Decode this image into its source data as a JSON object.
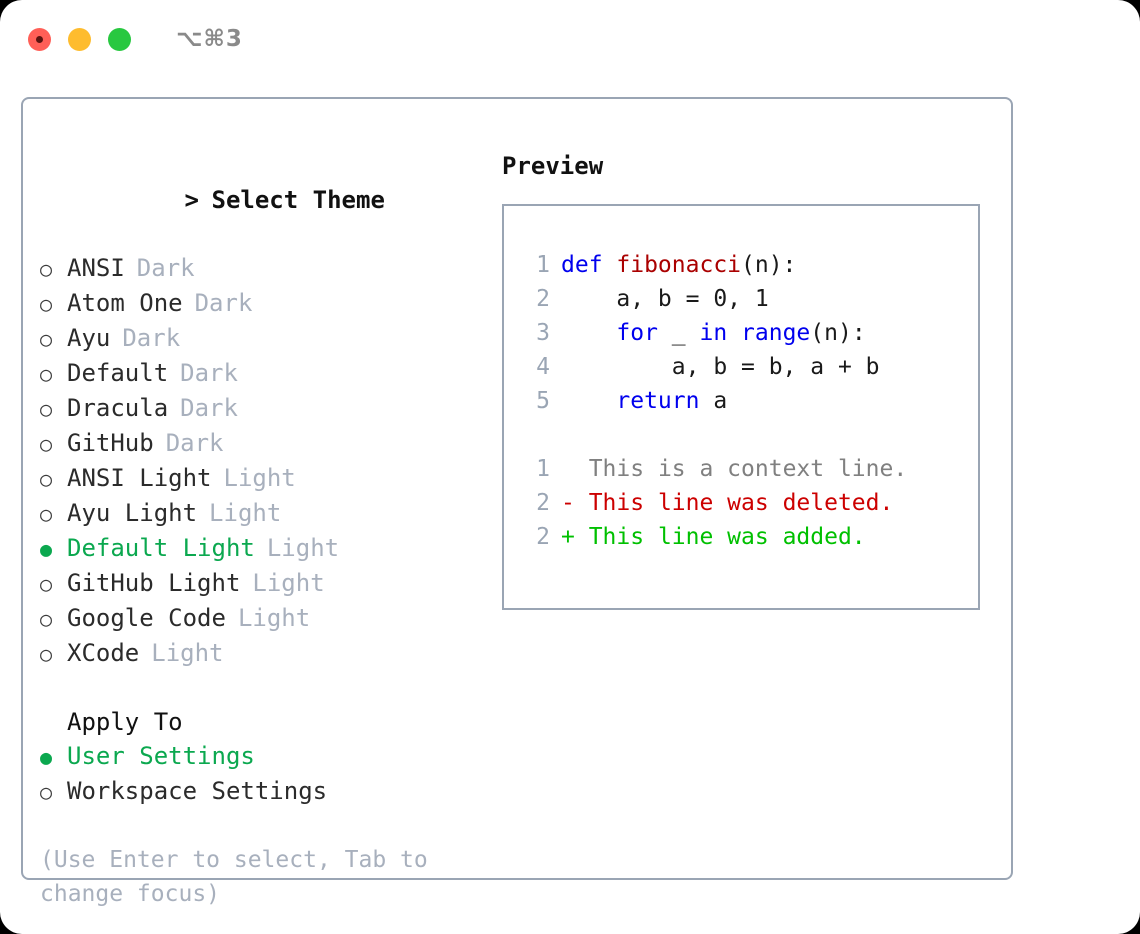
{
  "window": {
    "title": "⌥⌘3",
    "traffic_lights": [
      "close",
      "minimize",
      "maximize"
    ]
  },
  "theme_list": {
    "header": "Select Theme",
    "caret": ">",
    "marker_off": "○",
    "marker_on": "●",
    "items": [
      {
        "label": "ANSI",
        "kind": "Dark",
        "selected": false
      },
      {
        "label": "Atom One",
        "kind": "Dark",
        "selected": false
      },
      {
        "label": "Ayu",
        "kind": "Dark",
        "selected": false
      },
      {
        "label": "Default",
        "kind": "Dark",
        "selected": false
      },
      {
        "label": "Dracula",
        "kind": "Dark",
        "selected": false
      },
      {
        "label": "GitHub",
        "kind": "Dark",
        "selected": false
      },
      {
        "label": "ANSI Light",
        "kind": "Light",
        "selected": false
      },
      {
        "label": "Ayu Light",
        "kind": "Light",
        "selected": false
      },
      {
        "label": "Default Light",
        "kind": "Light",
        "selected": true
      },
      {
        "label": "GitHub Light",
        "kind": "Light",
        "selected": false
      },
      {
        "label": "Google Code",
        "kind": "Light",
        "selected": false
      },
      {
        "label": "XCode",
        "kind": "Light",
        "selected": false
      }
    ]
  },
  "apply_to": {
    "header": "Apply To",
    "items": [
      {
        "label": "User Settings",
        "selected": true
      },
      {
        "label": "Workspace Settings",
        "selected": false
      }
    ]
  },
  "hint": "(Use Enter to select, Tab to change focus)",
  "preview": {
    "title": "Preview",
    "code_lines": [
      {
        "num": "1",
        "segments": [
          {
            "text": "def ",
            "style": "kw"
          },
          {
            "text": "fibonacci",
            "style": "fn"
          },
          {
            "text": "(n):",
            "style": "plain"
          }
        ]
      },
      {
        "num": "2",
        "segments": [
          {
            "text": "    a, b = 0, 1",
            "style": "plain"
          }
        ]
      },
      {
        "num": "3",
        "segments": [
          {
            "text": "    ",
            "style": "plain"
          },
          {
            "text": "for",
            "style": "kw"
          },
          {
            "text": " _ ",
            "style": "plain"
          },
          {
            "text": "in",
            "style": "kw"
          },
          {
            "text": " ",
            "style": "plain"
          },
          {
            "text": "range",
            "style": "kw"
          },
          {
            "text": "(n):",
            "style": "plain"
          }
        ]
      },
      {
        "num": "4",
        "segments": [
          {
            "text": "        a, b = b, a + b",
            "style": "plain"
          }
        ]
      },
      {
        "num": "5",
        "segments": [
          {
            "text": "    ",
            "style": "plain"
          },
          {
            "text": "return",
            "style": "kw"
          },
          {
            "text": " a",
            "style": "plain"
          }
        ]
      }
    ],
    "diff_lines": [
      {
        "num": "1",
        "marker": " ",
        "text": "This is a context line.",
        "kind": "context"
      },
      {
        "num": "2",
        "marker": "-",
        "text": "This line was deleted.",
        "kind": "deleted"
      },
      {
        "num": "2",
        "marker": "+",
        "text": "This line was added.",
        "kind": "added"
      }
    ]
  },
  "colors": {
    "accent_green": "#0ba84f",
    "border": "#9aa5b4",
    "muted": "#a8b0bd",
    "keyword": "#0000ee",
    "function": "#aa0000",
    "diff_added": "#00c000",
    "diff_deleted": "#cc0000",
    "diff_context": "#808080"
  }
}
